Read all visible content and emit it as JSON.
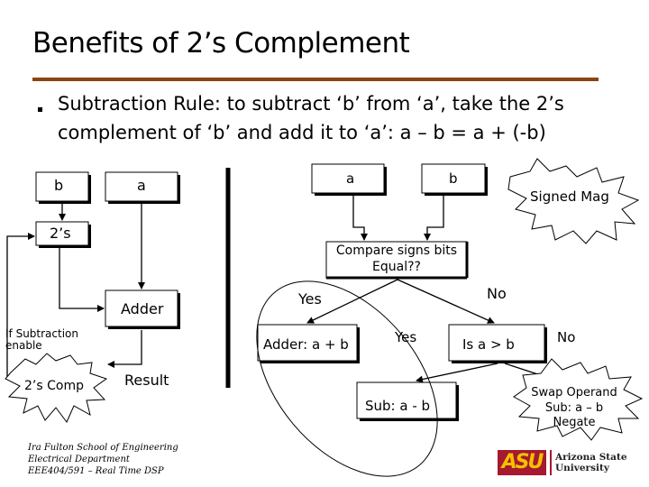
{
  "slide": {
    "title": "Benefits of 2’s Complement",
    "bullet_text": "Subtraction Rule: to subtract ‘b’ from ‘a’, take the 2’s complement of ‘b’ and add it to ‘a’: a – b = a + (-b)"
  },
  "left_diagram": {
    "box_b": "b",
    "box_a": "a",
    "box_twos": "2’s",
    "box_adder": "Adder",
    "label_if_subtraction": "If Subtraction enable",
    "starburst_twos_comp": "2’s Comp",
    "starburst_result": "Result"
  },
  "right_diagram": {
    "box_a": "a",
    "box_b": "b",
    "starburst_signed_mag": "Signed Mag",
    "compare_text": "Compare signs bits Equal??",
    "yes_label": "Yes",
    "no_label": "No",
    "box_adder": "Adder: a + b",
    "yes2_label": "Yes",
    "box_compare_mag": "Is a > b",
    "no2_label": "No",
    "box_sub": "Sub: a - b",
    "box_swap": "Swap Operand Sub: a – b Negate"
  },
  "footer": {
    "line1": "Ira Fulton School of Engineering",
    "line2": "Electrical Department",
    "line3": "EEE404/591 – Real Time DSP"
  },
  "logo": {
    "mark": "ASU",
    "line1": "Arizona State",
    "line2": "University"
  }
}
